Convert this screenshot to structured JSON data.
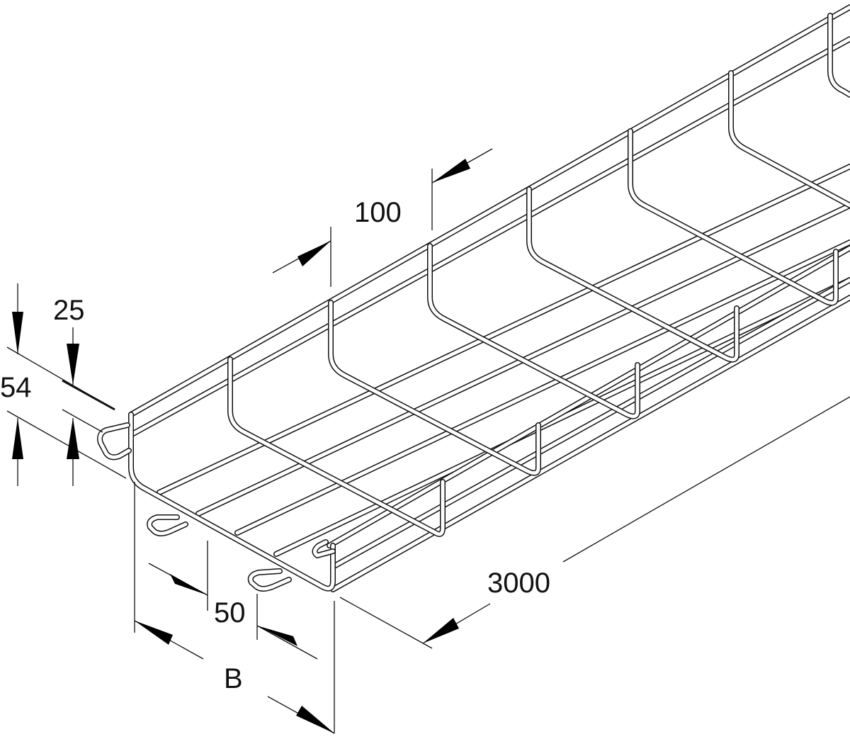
{
  "drawing": {
    "subject": "wire mesh cable tray",
    "stroke_color": "#111111",
    "background": "#ffffff"
  },
  "dimensions": {
    "mesh_length_pitch": {
      "label": "100"
    },
    "wire_edge_height": {
      "label": "25"
    },
    "side_height": {
      "label": "54"
    },
    "mesh_width_pitch": {
      "label": "50"
    },
    "width": {
      "label": "B"
    },
    "length": {
      "label": "3000"
    }
  }
}
